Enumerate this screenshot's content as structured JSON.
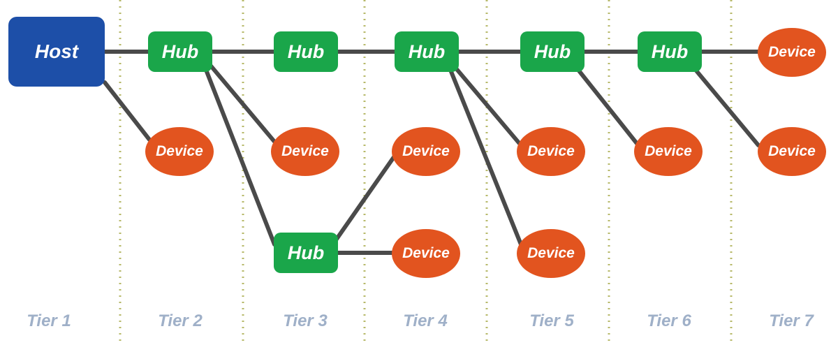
{
  "diagram": {
    "host_label": "Host",
    "hub_label": "Hub",
    "device_label": "Device",
    "tiers": [
      "Tier 1",
      "Tier 2",
      "Tier 3",
      "Tier 4",
      "Tier 5",
      "Tier 6",
      "Tier 7"
    ]
  },
  "colors": {
    "host": "#1d4fa8",
    "hub": "#1aa64a",
    "device": "#e2541f",
    "link": "#4a4a4a",
    "tier_divider": "#b7b96a",
    "tier_label": "#9fb0c8"
  }
}
